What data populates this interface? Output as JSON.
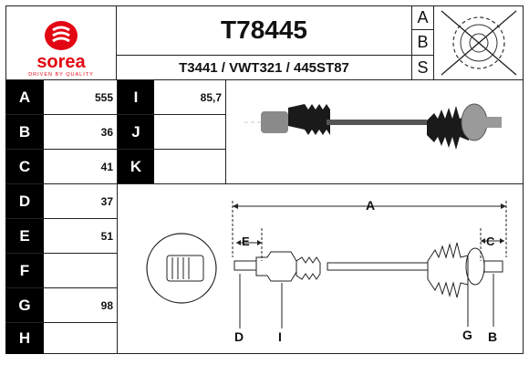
{
  "brand": {
    "name": "sorea",
    "tagline": "DRIVEN BY QUALITY",
    "color": "#e30613"
  },
  "header": {
    "part_number": "T78445",
    "cross_refs": "T3441 / VWT321 / 445ST87"
  },
  "abs": {
    "letters": [
      "A",
      "B",
      "S"
    ]
  },
  "specs_left": [
    {
      "letter": "A",
      "value": "555"
    },
    {
      "letter": "B",
      "value": "36"
    },
    {
      "letter": "C",
      "value": "41"
    },
    {
      "letter": "D",
      "value": "37"
    },
    {
      "letter": "E",
      "value": "51"
    },
    {
      "letter": "F",
      "value": ""
    },
    {
      "letter": "G",
      "value": "98"
    },
    {
      "letter": "H",
      "value": ""
    }
  ],
  "specs_right": [
    {
      "letter": "I",
      "value": "85,7"
    },
    {
      "letter": "J",
      "value": ""
    },
    {
      "letter": "K",
      "value": ""
    }
  ],
  "diagram_labels": {
    "A": "A",
    "E": "E",
    "C": "C",
    "D": "D",
    "I": "I",
    "G": "G",
    "B": "B"
  }
}
